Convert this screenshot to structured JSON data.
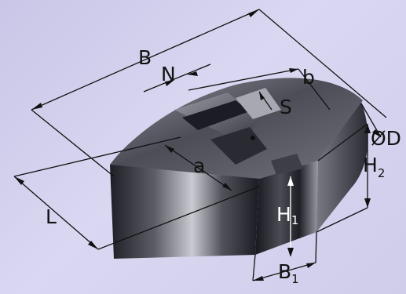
{
  "labels": {
    "B": "B",
    "N": "N",
    "b": "b",
    "S": "S",
    "D": "ØD",
    "a": "a",
    "L": "L",
    "H1_main": "H",
    "H1_sub": "1",
    "H2_main": "H",
    "H2_sub": "2",
    "B1_main": "B",
    "B1_sub": "1"
  },
  "colors": {
    "background": "#d3d1ee",
    "body_dark": "#24242c",
    "body_light": "#b9b9c2",
    "top_face": "#5e5e68",
    "dimension_lines": "#111111"
  }
}
